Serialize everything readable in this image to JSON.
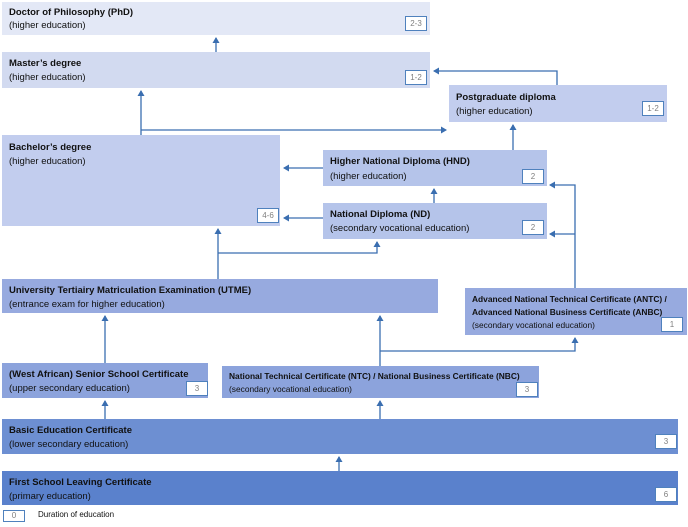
{
  "boxes": {
    "phd": {
      "title": "Doctor of Philosophy (PhD)",
      "subtitle": "(higher education)",
      "duration": "2-3"
    },
    "masters": {
      "title": "Master’s degree",
      "subtitle": "(higher education)",
      "duration": "1-2"
    },
    "postgrad": {
      "title": "Postgraduate diploma",
      "subtitle": "(higher education)",
      "duration": "1-2"
    },
    "bachelors": {
      "title": "Bachelor’s degree",
      "subtitle": "(higher education)",
      "duration": "4-6"
    },
    "hnd": {
      "title": "Higher National Diploma (HND)",
      "subtitle": "(higher education)",
      "duration": "2"
    },
    "nd": {
      "title": "National Diploma (ND)",
      "subtitle": "(secondary vocational education)",
      "duration": "2"
    },
    "utme": {
      "title": "University Tertiairy Matriculation Examination (UTME)",
      "subtitle": "(entrance exam for higher education)"
    },
    "antc": {
      "title1": "Advanced National Technical Certificate (ANTC) /",
      "title2": "Advanced National Business Certificate (ANBC)",
      "subtitle": "(secondary vocational education)",
      "duration": "1"
    },
    "ssc": {
      "title": "(West African) Senior School Certificate",
      "subtitle": "(upper secondary education)",
      "duration": "3"
    },
    "ntc": {
      "title": "National Technical Certificate (NTC) / National Business Certificate (NBC)",
      "subtitle": "(secondary vocational education)",
      "duration": "3"
    },
    "basic": {
      "title": "Basic Education Certificate",
      "subtitle": "(lower secondary education)",
      "duration": "3"
    },
    "fslc": {
      "title": "First School Leaving Certificate",
      "subtitle": "(primary education)",
      "duration": "6"
    }
  },
  "legend": {
    "sample_value": "0",
    "label": "Duration of education"
  },
  "colors": {
    "arrow": "#3a6eb0",
    "badge_border": "#4f81bd"
  }
}
